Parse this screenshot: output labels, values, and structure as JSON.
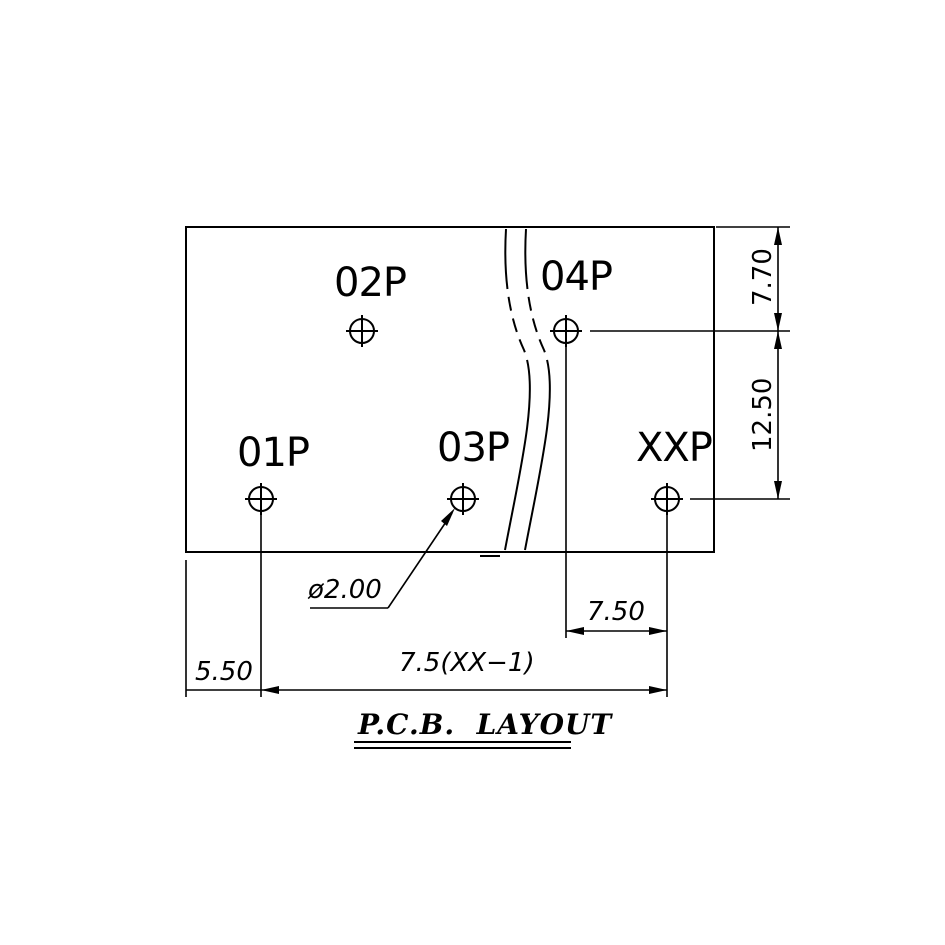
{
  "pins": {
    "p01": "01P",
    "p02": "02P",
    "p03": "03P",
    "p04": "04P",
    "pxx": "XXP"
  },
  "dimensions": {
    "hole_diameter": "ø2.00",
    "offset_left": "5.50",
    "pitch": "7.50",
    "total_span": "7.5(XX−1)",
    "top_offset": "7.70",
    "row_spacing": "12.50"
  },
  "title": "P.C.B.  LAYOUT"
}
